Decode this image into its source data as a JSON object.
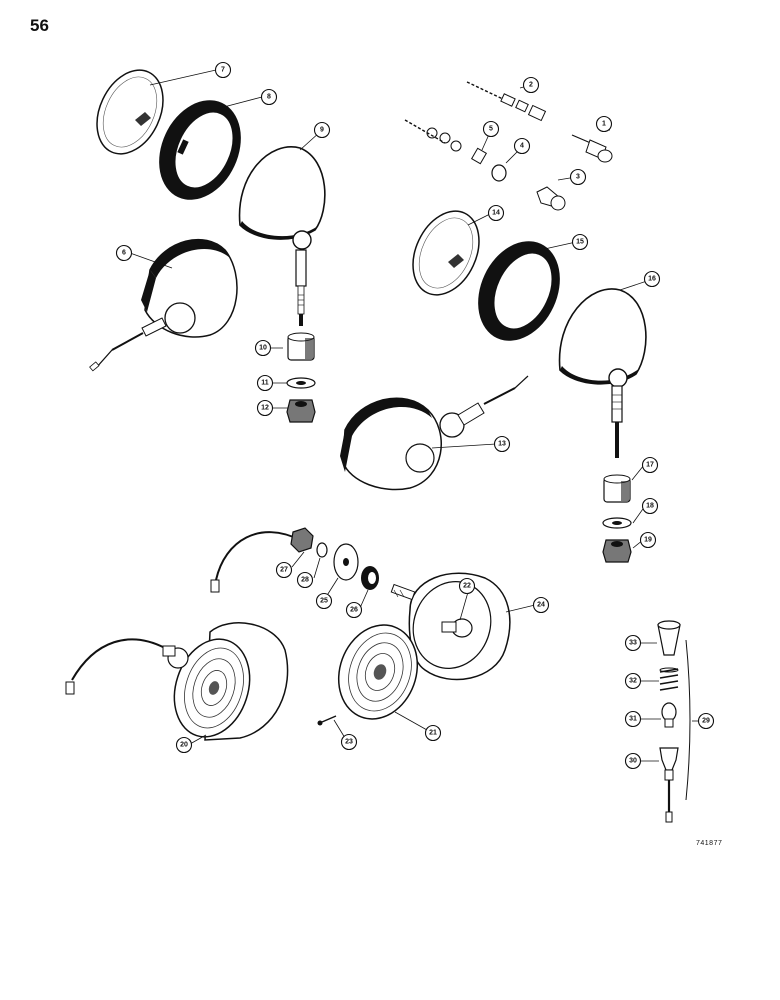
{
  "page": {
    "number": "56",
    "reference_code": "741877"
  },
  "callouts": {
    "c1": "1",
    "c2": "2",
    "c3": "3",
    "c4": "4",
    "c5": "5",
    "c6": "6",
    "c7": "7",
    "c8": "8",
    "c9": "9",
    "c10": "10",
    "c11": "11",
    "c12": "12",
    "c13": "13",
    "c14": "14",
    "c15": "15",
    "c16": "16",
    "c17": "17",
    "c18": "18",
    "c19": "19",
    "c20": "20",
    "c21": "21",
    "c22": "22",
    "c23": "23",
    "c24": "24",
    "c25": "25",
    "c26": "26",
    "c27": "27",
    "c28": "28",
    "c29": "29",
    "c30": "30",
    "c31": "31",
    "c32": "32",
    "c33": "33"
  }
}
